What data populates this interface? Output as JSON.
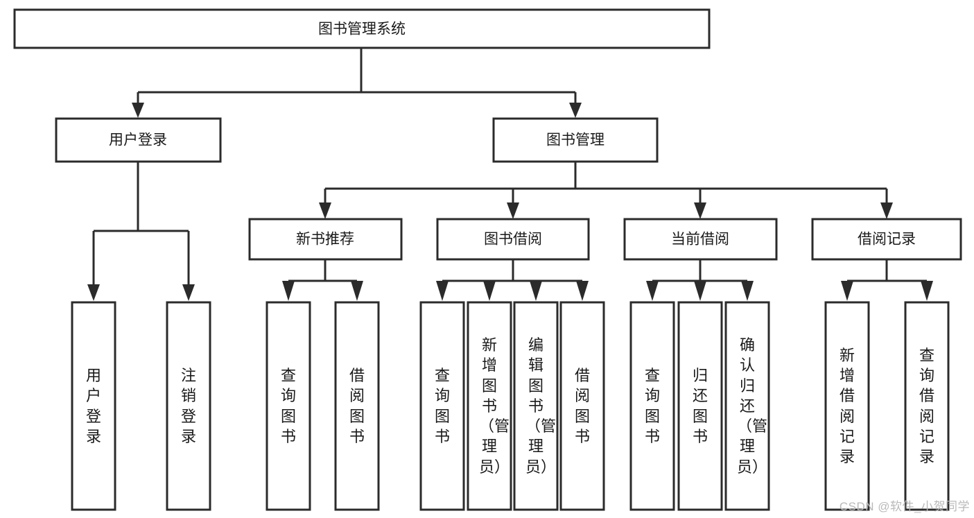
{
  "diagram": {
    "title": "图书管理系统",
    "type": "tree-hierarchy-diagram",
    "colors": {
      "box_stroke": "#2b2b2b",
      "box_fill": "#ffffff",
      "text": "#1a1a1a",
      "background": "#ffffff",
      "watermark": "#b9b9b9"
    },
    "root": {
      "label": "图书管理系统"
    },
    "level2": [
      {
        "label": "用户登录"
      },
      {
        "label": "图书管理"
      }
    ],
    "level3": [
      {
        "label": "新书推荐"
      },
      {
        "label": "图书借阅"
      },
      {
        "label": "当前借阅"
      },
      {
        "label": "借阅记录"
      }
    ],
    "leaves": {
      "user_login": [
        {
          "label": "用户登录"
        },
        {
          "label": "注销登录"
        }
      ],
      "new_book_recommend": [
        {
          "label": "查询图书"
        },
        {
          "label": "借阅图书"
        }
      ],
      "book_borrow": [
        {
          "label": "查询图书"
        },
        {
          "label": "新增图书（管理员）"
        },
        {
          "label": "编辑图书（管理员）"
        },
        {
          "label": "借阅图书"
        }
      ],
      "current_borrow": [
        {
          "label": "查询图书"
        },
        {
          "label": "归还图书"
        },
        {
          "label": "确认归还（管理员）"
        }
      ],
      "borrow_records": [
        {
          "label": "新增借阅记录"
        },
        {
          "label": "查询借阅记录"
        }
      ]
    }
  },
  "watermark": {
    "text": "CSDN @软件_小贺同学"
  }
}
